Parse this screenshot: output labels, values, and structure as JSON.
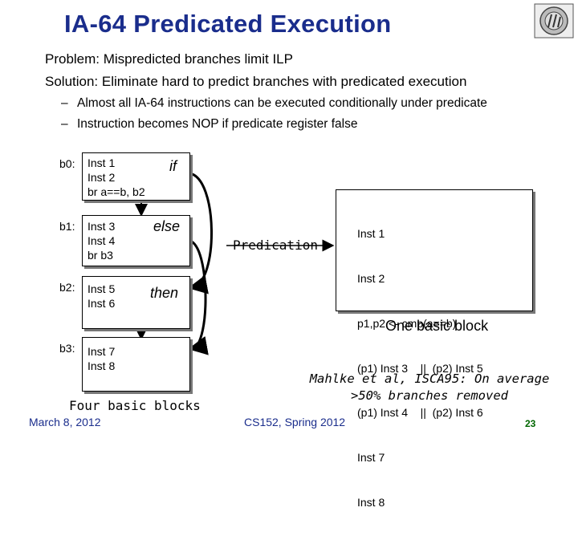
{
  "slide": {
    "title": "IA-64 Predicated Execution",
    "problem": "Problem: Mispredicted branches limit ILP",
    "solution": "Solution: Eliminate hard to predict branches with predicated execution",
    "bullets": [
      "Almost all IA-64 instructions can be executed conditionally under predicate",
      "Instruction becomes NOP if predicate register false"
    ],
    "bullet_marker": "–"
  },
  "blocks": {
    "b0": {
      "label": "b0:",
      "insts": [
        "Inst 1",
        "Inst 2",
        "br a==b, b2"
      ],
      "keyword": "if"
    },
    "b1": {
      "label": "b1:",
      "insts": [
        "Inst 3",
        "Inst 4",
        "br b3"
      ],
      "keyword": "else"
    },
    "b2": {
      "label": "b2:",
      "insts": [
        "Inst 5",
        "Inst 6"
      ],
      "keyword": "then"
    },
    "b3": {
      "label": "b3:",
      "insts": [
        "Inst 7",
        "Inst 8"
      ]
    },
    "caption": "Four basic blocks"
  },
  "predication": {
    "arrow_label": "Predication",
    "insts": [
      "Inst 1",
      "Inst 2",
      "p1,p2 <- cmp(a==b)",
      "(p1) Inst 3    ||  (p2) Inst 5",
      "(p1) Inst 4    ||  (p2) Inst 6",
      "Inst 7",
      "Inst 8"
    ],
    "caption": "One basic block"
  },
  "citation": {
    "line1": "Mahlke et al, ISCA95: On average",
    "line2": ">50% branches removed"
  },
  "footer": {
    "date": "March 8, 2012",
    "course": "CS152, Spring 2012",
    "page": "23"
  },
  "colors": {
    "title": "#1a2d8c",
    "footer": "#1a2d8c",
    "page_number": "#006600"
  }
}
